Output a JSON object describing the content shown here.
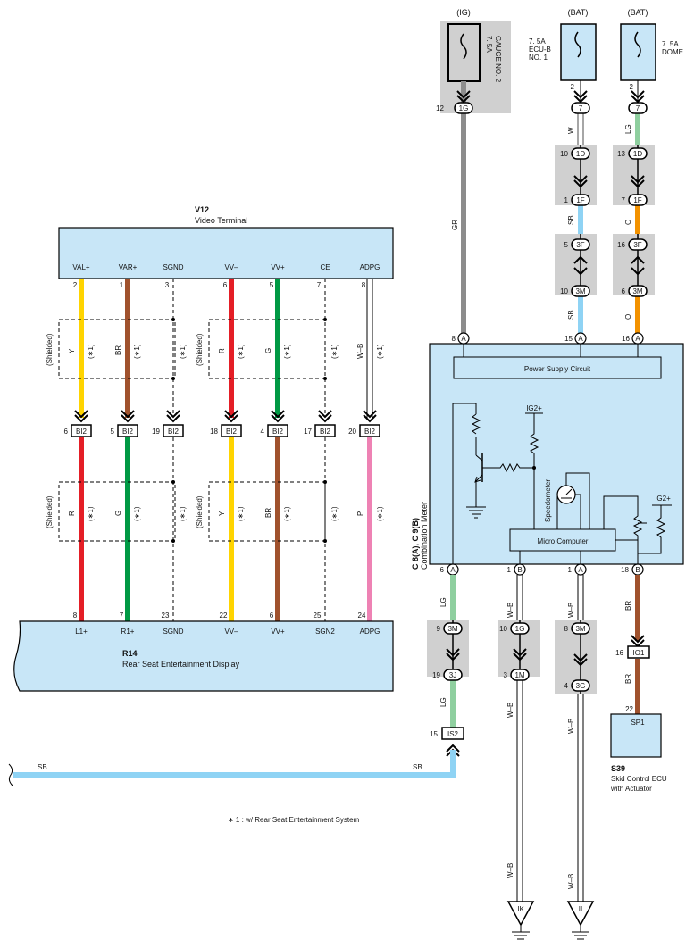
{
  "colors": {
    "box_fill": "#c8e6f7",
    "splice_fill": "#d0d0d0",
    "wire_Y": "#ffd400",
    "wire_BR": "#a0522d",
    "wire_R": "#e41e26",
    "wire_G": "#009944",
    "wire_GR": "#8c8c8c",
    "wire_SB": "#8fd3f4",
    "wire_LG": "#8fcf9f",
    "wire_O": "#f39200",
    "wire_P": "#ee82b4"
  },
  "power": {
    "ig": {
      "label": "(IG)",
      "fuse": "7. 5A\nGAUGE NO. 2",
      "fuse_line1": "7. 5A",
      "fuse_line2": "GAUGE NO. 2",
      "pin": "12",
      "connector": "1G",
      "wire": "GR"
    },
    "bat1": {
      "label": "(BAT)",
      "fuse_line1": "7. 5A",
      "fuse_line2": "ECU-B",
      "fuse_line3": "NO. 1",
      "pin": "2",
      "connector": "7",
      "wire": "W"
    },
    "bat2": {
      "label": "(BAT)",
      "fuse_line1": "7. 5A",
      "fuse_line2": "DOME",
      "pin": "2",
      "connector": "7",
      "wire": "LG"
    }
  },
  "v12": {
    "id": "V12",
    "name": "Video Terminal",
    "pins": [
      {
        "name": "VAL+",
        "num": "2"
      },
      {
        "name": "VAR+",
        "num": "1"
      },
      {
        "name": "SGND",
        "num": "3"
      },
      {
        "name": "VV–",
        "num": "6"
      },
      {
        "name": "VV+",
        "num": "5"
      },
      {
        "name": "CE",
        "num": "7"
      },
      {
        "name": "ADPG",
        "num": "8"
      }
    ],
    "upper_wires": [
      "Y",
      "BR",
      "(∗1)",
      "R",
      "G",
      "(∗1)",
      "W–B"
    ],
    "shield_note": "(∗1)",
    "shielded": "(Shielded)"
  },
  "bi2": {
    "label": "BI2",
    "pins": [
      "6",
      "5",
      "19",
      "18",
      "4",
      "17",
      "20"
    ]
  },
  "lower_wires": [
    "R",
    "G",
    "(∗1)",
    "Y",
    "BR",
    "(∗1)",
    "P"
  ],
  "r14": {
    "id": "R14",
    "name": "Rear Seat Entertainment Display",
    "pins": [
      {
        "name": "L1+",
        "num": "8"
      },
      {
        "name": "R1+",
        "num": "7"
      },
      {
        "name": "SGND",
        "num": "23"
      },
      {
        "name": "VV–",
        "num": "22"
      },
      {
        "name": "VV+",
        "num": "6"
      },
      {
        "name": "SGN2",
        "num": "25"
      },
      {
        "name": "ADPG",
        "num": "24"
      }
    ]
  },
  "meter": {
    "id": "C 8(A), C 9(B)",
    "name": "Combination Meter",
    "top_pins": [
      {
        "num": "8",
        "conn": "A"
      },
      {
        "num": "15",
        "conn": "A"
      },
      {
        "num": "16",
        "conn": "A"
      }
    ],
    "bottom_pins": [
      {
        "num": "6",
        "conn": "A"
      },
      {
        "num": "1",
        "conn": "B"
      },
      {
        "num": "1",
        "conn": "A"
      },
      {
        "num": "18",
        "conn": "B"
      }
    ],
    "power_supply": "Power Supply Circuit",
    "micro": "Micro Computer",
    "speedometer": "Speedometer",
    "ig2_left": "IG2+",
    "ig2_right": "IG2+"
  },
  "bat1_chain": [
    {
      "pin": "10",
      "conn": "1D"
    },
    {
      "pin": "1",
      "conn": "1F"
    },
    {
      "pin": "5",
      "conn": "3F"
    },
    {
      "pin": "10",
      "conn": "3M"
    }
  ],
  "bat1_wires": [
    "W",
    "SB",
    "SB"
  ],
  "bat2_chain": [
    {
      "pin": "13",
      "conn": "1D"
    },
    {
      "pin": "7",
      "conn": "1F"
    },
    {
      "pin": "16",
      "conn": "3F"
    },
    {
      "pin": "6",
      "conn": "3M"
    }
  ],
  "bat2_wires": [
    "LG",
    "O",
    "O"
  ],
  "lower_chains": {
    "lg": [
      {
        "pin": "9",
        "conn": "3M"
      },
      {
        "pin": "19",
        "conn": "3J"
      }
    ],
    "wb1": [
      {
        "pin": "10",
        "conn": "1G"
      },
      {
        "pin": "3",
        "conn": "1M"
      }
    ],
    "wb2": [
      {
        "pin": "8",
        "conn": "3M"
      },
      {
        "pin": "4",
        "conn": "3G"
      }
    ]
  },
  "lower_wire_labels": {
    "lg1": "LG",
    "lg2": "LG",
    "wb1a": "W–B",
    "wb1b": "W–B",
    "wb1c": "W–B",
    "wb2a": "W–B",
    "wb2b": "W–B",
    "wb2c": "W–B",
    "br1": "BR",
    "br2": "BR"
  },
  "is2": {
    "pin": "15",
    "label": "IS2"
  },
  "io1": {
    "pin": "16",
    "label": "IO1"
  },
  "s39": {
    "pin": "22",
    "conn": "SP1",
    "id": "S39",
    "name_line1": "Skid Control ECU",
    "name_line2": "with Actuator"
  },
  "sb_wire": {
    "left": "SB",
    "right": "SB"
  },
  "grounds": [
    {
      "label": "IK"
    },
    {
      "label": "II"
    }
  ],
  "footnote": "∗ 1 : w/ Rear Seat Entertainment System"
}
